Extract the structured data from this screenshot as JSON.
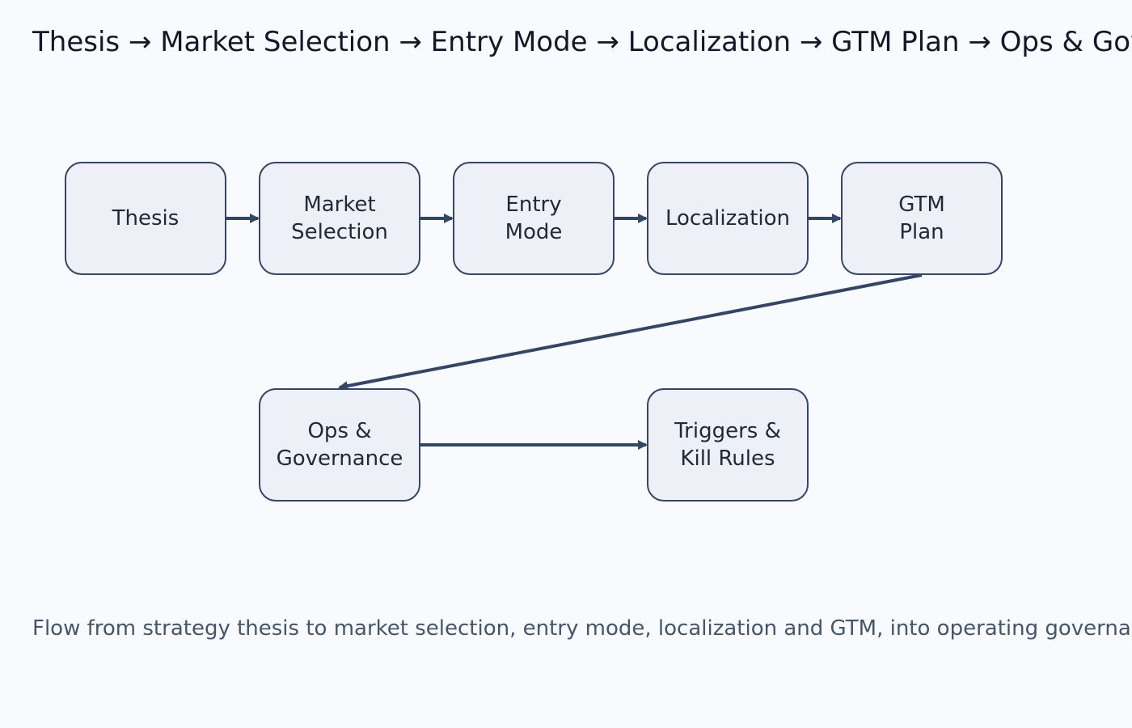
{
  "title": "Thesis → Market Selection → Entry Mode → Localization → GTM Plan → Ops & Governance → Triggers & Kill Rules",
  "caption": "Flow from strategy thesis to market selection, entry mode, localization and GTM, into operating governance and triggers & kill rules.",
  "colors": {
    "background": "#f8fafd",
    "node_fill": "#edf0f7",
    "node_stroke": "#344663",
    "edge": "#344663",
    "title": "#111827",
    "caption": "#475569"
  },
  "nodes": [
    {
      "id": "thesis",
      "lines": [
        "Thesis"
      ]
    },
    {
      "id": "market-selection",
      "lines": [
        "Market",
        "Selection"
      ]
    },
    {
      "id": "entry-mode",
      "lines": [
        "Entry",
        "Mode"
      ]
    },
    {
      "id": "localization",
      "lines": [
        "Localization"
      ]
    },
    {
      "id": "gtm-plan",
      "lines": [
        "GTM",
        "Plan"
      ]
    },
    {
      "id": "ops-governance",
      "lines": [
        "Ops &",
        "Governance"
      ]
    },
    {
      "id": "triggers-kill-rules",
      "lines": [
        "Triggers &",
        "Kill Rules"
      ]
    }
  ],
  "edges": [
    {
      "from": "thesis",
      "to": "market-selection"
    },
    {
      "from": "market-selection",
      "to": "entry-mode"
    },
    {
      "from": "entry-mode",
      "to": "localization"
    },
    {
      "from": "localization",
      "to": "gtm-plan"
    },
    {
      "from": "gtm-plan",
      "to": "ops-governance"
    },
    {
      "from": "ops-governance",
      "to": "triggers-kill-rules"
    }
  ]
}
